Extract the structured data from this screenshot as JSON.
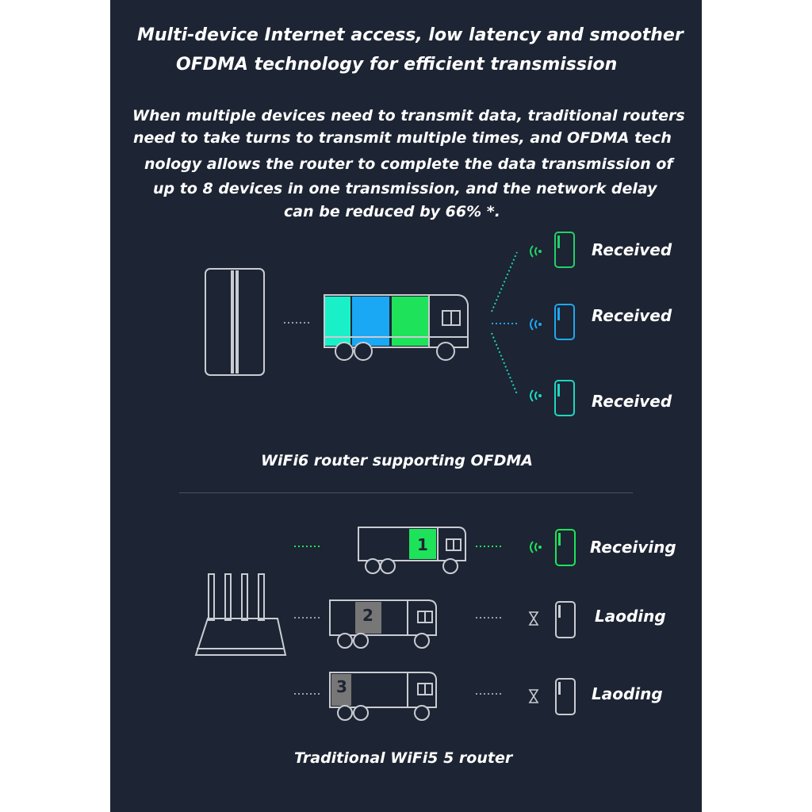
{
  "heading": {
    "line1": "Multi-device Internet access, low latency and smoother",
    "line2": "OFDMA technology for efficient transmission"
  },
  "description": [
    "When multiple devices need to transmit data, traditional routers",
    "need to take turns to transmit multiple times, and OFDMA tech",
    "nology allows the router to complete the data transmission of",
    "up to 8 devices in one transmission, and the network delay",
    "can be reduced by 66% *."
  ],
  "wifi6": {
    "caption": "WiFi6 router supporting OFDMA",
    "devices": [
      {
        "status": "Received",
        "color": "#22d06a"
      },
      {
        "status": "Received",
        "color": "#1ea8f0"
      },
      {
        "status": "Received",
        "color": "#1fd6c0"
      }
    ],
    "cargo_colors": [
      "#1af0c8",
      "#1aa8f5",
      "#1ee35a"
    ]
  },
  "wifi5": {
    "caption": "Traditional WiFi5 5 router",
    "trucks": [
      {
        "number": "1",
        "status": "Receiving",
        "color": "#1ee35a"
      },
      {
        "number": "2",
        "status": "Laoding",
        "color": "#777777"
      },
      {
        "number": "3",
        "status": "Laoding",
        "color": "#777777"
      }
    ]
  },
  "icons": [
    "signal-icon",
    "phone-icon",
    "hourglass-icon",
    "router-icon",
    "truck-icon"
  ]
}
